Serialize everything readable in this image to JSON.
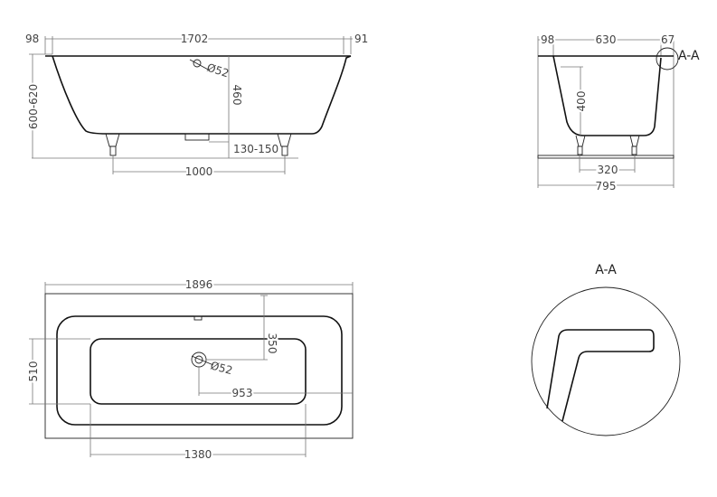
{
  "side_view": {
    "dim_rim_left": "98",
    "dim_length": "1702",
    "dim_rim_right": "91",
    "dim_height": "600-620",
    "dim_depth": "460",
    "dim_overflow": "Ø52",
    "dim_leg": "130-150",
    "dim_feet": "1000"
  },
  "end_view": {
    "dim_rim_left": "98",
    "dim_width_inner": "630",
    "dim_rim_right": "67",
    "section_mark": "A-A",
    "dim_depth": "400",
    "dim_feet": "320",
    "dim_width": "795"
  },
  "top_view": {
    "dim_length": "1896",
    "dim_width": "510",
    "dim_overflow_offset": "350",
    "dim_overflow": "Ø52",
    "dim_overflow_x": "953",
    "dim_basin_length": "1380"
  },
  "detail": {
    "title": "A-A"
  }
}
